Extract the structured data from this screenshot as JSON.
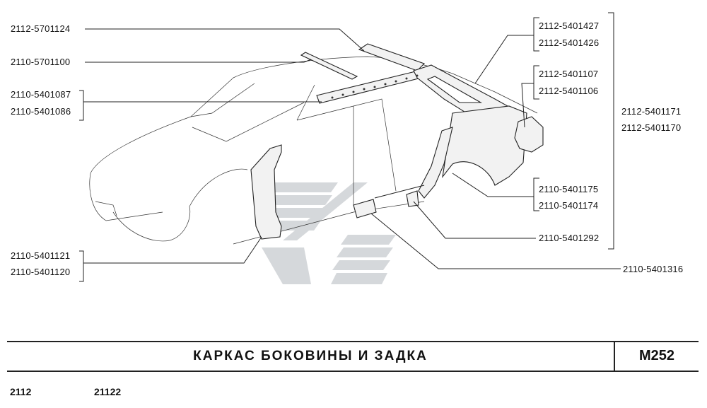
{
  "diagram": {
    "labels": {
      "l1": "2112-5701124",
      "l2": "2110-5701100",
      "l3": "2110-5401087",
      "l4": "2110-5401086",
      "l5": "2110-5401121",
      "l6": "2110-5401120",
      "r1": "2112-5401427",
      "r2": "2112-5401426",
      "r3": "2112-5401107",
      "r4": "2112-5401106",
      "r5": "2112-5401171",
      "r6": "2112-5401170",
      "r7": "2110-5401175",
      "r8": "2110-5401174",
      "r9": "2110-5401292",
      "r10": "2110-5401316"
    }
  },
  "title": {
    "text": "КАРКАС  БОКОВИНЫ  И  ЗАДКА",
    "code": "М252"
  },
  "models": [
    "2112",
    "21122"
  ],
  "colors": {
    "line": "#222222",
    "watermark": "#c9ccd0"
  }
}
